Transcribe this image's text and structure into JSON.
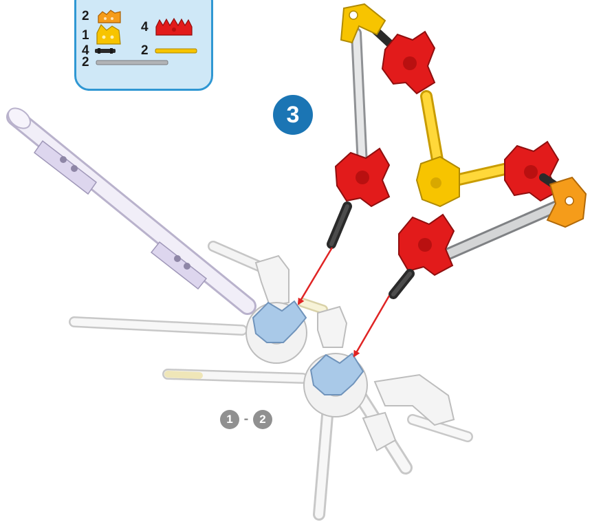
{
  "step": {
    "number": "3"
  },
  "prior_steps": {
    "from": "1",
    "separator": "-",
    "to": "2"
  },
  "parts": [
    {
      "count": "2",
      "icon": "orange-connector-icon"
    },
    {
      "count": "1",
      "icon": "yellow-connector-icon"
    },
    {
      "count": "4",
      "icon": "red-connector-icon"
    },
    {
      "count": "4",
      "icon": "black-rod-icon"
    },
    {
      "count": "2",
      "icon": "yellow-rod-icon"
    },
    {
      "count": "2",
      "icon": "gray-rod-icon"
    }
  ],
  "colors": {
    "parts_box_fill": "#cfe8f7",
    "parts_box_border": "#2f97d3",
    "step_badge": "#1b75b4",
    "arrow": "#e02424",
    "red_connector": "#e21b1b",
    "yellow_connector": "#f7c400",
    "orange_connector": "#f59c1a",
    "gray_rod": "#a7a9ac",
    "black_rod": "#2a2a2a",
    "light_blue_connector": "#a9c9e8",
    "lavender_rod": "#ddd6ee"
  }
}
